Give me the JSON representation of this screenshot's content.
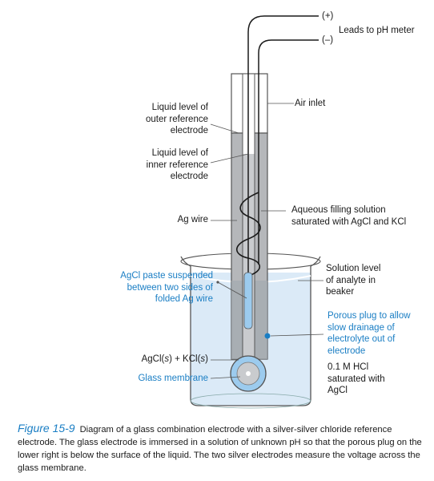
{
  "labels": {
    "plus": "(+)",
    "minus": "(–)",
    "leads": "Leads to pH meter",
    "air_inlet": "Air inlet",
    "outer_level": [
      "Liquid level of",
      "outer reference",
      "electrode"
    ],
    "inner_level": [
      "Liquid level of",
      "inner reference",
      "electrode"
    ],
    "ag_wire": "Ag wire",
    "aqueous": [
      "Aqueous filling solution",
      "saturated with AgCl and KCl"
    ],
    "agcl_paste": [
      "AgCl paste suspended",
      "between two sides of",
      "folded Ag wire"
    ],
    "solution_level": [
      "Solution level",
      "of analyte in",
      "beaker"
    ],
    "porous_plug": [
      "Porous plug to allow",
      "slow drainage of",
      "electrolyte out of",
      "electrode"
    ],
    "agcl_kcl_prefix": "AgCl(",
    "agcl_kcl_s1": "s",
    "agcl_kcl_mid": ") + KCl(",
    "agcl_kcl_s2": "s",
    "agcl_kcl_suffix": ")",
    "glass_membrane": "Glass membrane",
    "hcl": [
      "0.1 M HCl",
      "saturated with",
      "AgCl"
    ]
  },
  "caption": {
    "figure_number": "Figure 15-9",
    "text": "Diagram of a glass combination electrode with a silver-silver chloride reference electrode. The glass electrode is immersed in a solution of unknown pH so that the porous plug on the lower right is below the surface of the liquid. The two silver electrodes measure the voltage across the glass membrane."
  },
  "colors": {
    "liquid": "#cfe3f5",
    "beaker_liquid": "#dbeaf7",
    "electrolyte": "#b5b7ba",
    "accent_blue": "#1a7ec4",
    "membrane": "#9ccbee"
  }
}
